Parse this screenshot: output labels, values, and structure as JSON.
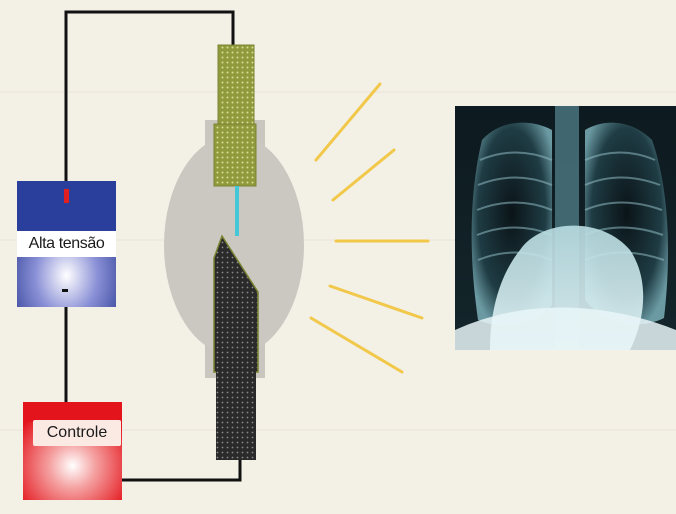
{
  "high_voltage": {
    "label": "Alta tensão",
    "plus": "+",
    "minus": "-"
  },
  "control": {
    "label": "Controle"
  },
  "colors": {
    "wire": "#111111",
    "hv_box": "#2a3f9c",
    "control_box": "#e8141c",
    "tube_glass": "#c9c6c0",
    "anode": "#8f9a3c",
    "cathode": "#2c2c2c",
    "beam": "#44c8d8",
    "xray": "#f2c84a"
  },
  "icons": [
    "xray-tube",
    "chest-radiograph"
  ]
}
